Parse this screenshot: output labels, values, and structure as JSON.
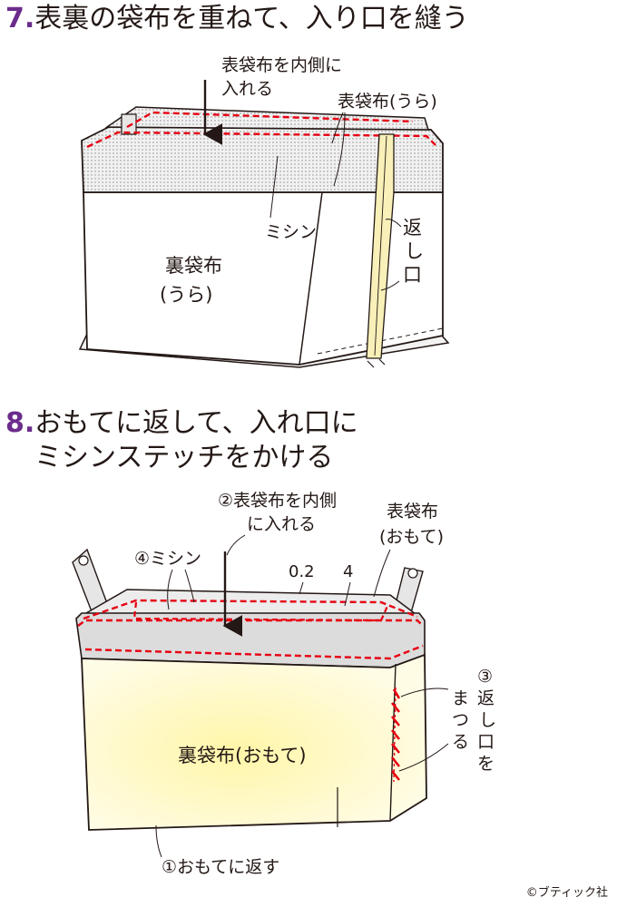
{
  "step7": {
    "number": "7.",
    "title": "表裏の袋布を重ねて、入り口を縫う",
    "labels": {
      "insert_1": "表袋布を内側に",
      "insert_2": "入れる",
      "outer_reverse": "表袋布(うら)",
      "machine": "ミシン",
      "lining_1": "裏袋布",
      "lining_2": "(うら)",
      "opening_1": "返",
      "opening_2": "し",
      "opening_3": "口"
    }
  },
  "step8": {
    "number": "8.",
    "title_line1": "おもてに返して、入れ口に",
    "title_line2": "ミシンステッチをかける",
    "labels": {
      "insert_1": "②表袋布を内側",
      "insert_2": "に入れる",
      "outer_front_1": "表袋布",
      "outer_front_2": "(おもて)",
      "machine": "④ミシン",
      "dim_a": "0.2",
      "dim_b": "4",
      "blind_1": "③",
      "blind_2": "返",
      "blind_3": "し",
      "blind_4": "口",
      "blind_5": "を",
      "blind_6": "ま",
      "blind_7": "つ",
      "blind_8": "る",
      "lining_front": "裏袋布(おもて)",
      "turn": "①おもてに返す"
    }
  },
  "credit": "©ブティック社",
  "colors": {
    "stitch": "#e60012",
    "heading_number": "#6b2c8c",
    "band": "#dcdcdc",
    "lining_glow": "#fff6a8",
    "strap": "#f8f0b8"
  }
}
